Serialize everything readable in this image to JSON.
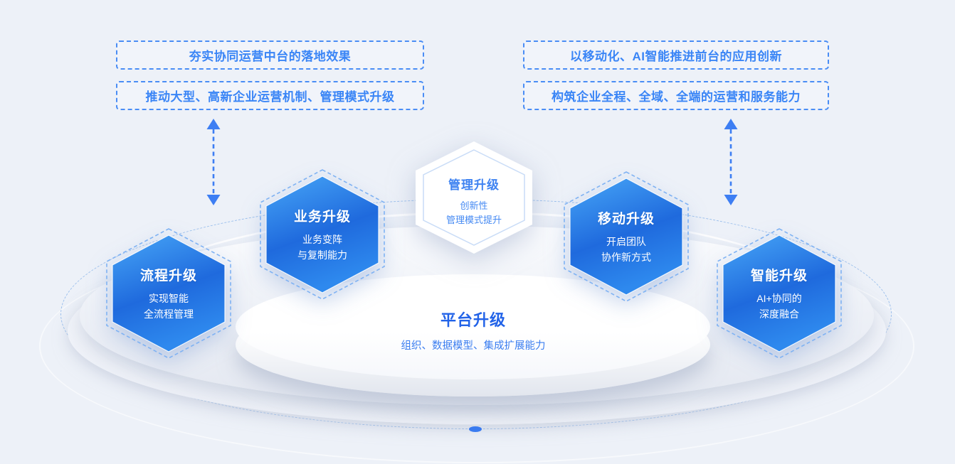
{
  "callouts": {
    "left": [
      {
        "label": "夯实协同运营中台的落地效果"
      },
      {
        "label": "推动大型、高新企业运营机制、管理模式升级"
      }
    ],
    "right": [
      {
        "label": "以移动化、AI智能推进前台的应用创新"
      },
      {
        "label": "构筑企业全程、全域、全端的运营和服务能力"
      }
    ]
  },
  "hexagons": {
    "process": {
      "title": "流程升级",
      "line1": "实现智能",
      "line2": "全流程管理"
    },
    "business": {
      "title": "业务升级",
      "line1": "业务变阵",
      "line2": "与复制能力"
    },
    "management": {
      "title": "管理升级",
      "line1": "创新性",
      "line2": "管理模式提升"
    },
    "mobile": {
      "title": "移动升级",
      "line1": "开启团队",
      "line2": "协作新方式"
    },
    "intelligence": {
      "title": "智能升级",
      "line1": "AI+协同的",
      "line2": "深度融合"
    }
  },
  "platform": {
    "title": "平台升级",
    "subtitle": "组织、数据模型、集成扩展能力"
  },
  "colors": {
    "background": "#EDF1F8",
    "accent_blue": "#3A85F6",
    "hex_gradient_top": "#44A3F7",
    "hex_gradient_bottom": "#1E68DC",
    "dashed_ring": "#9BBFEC",
    "arrow_blue": "#3D7EF3"
  }
}
